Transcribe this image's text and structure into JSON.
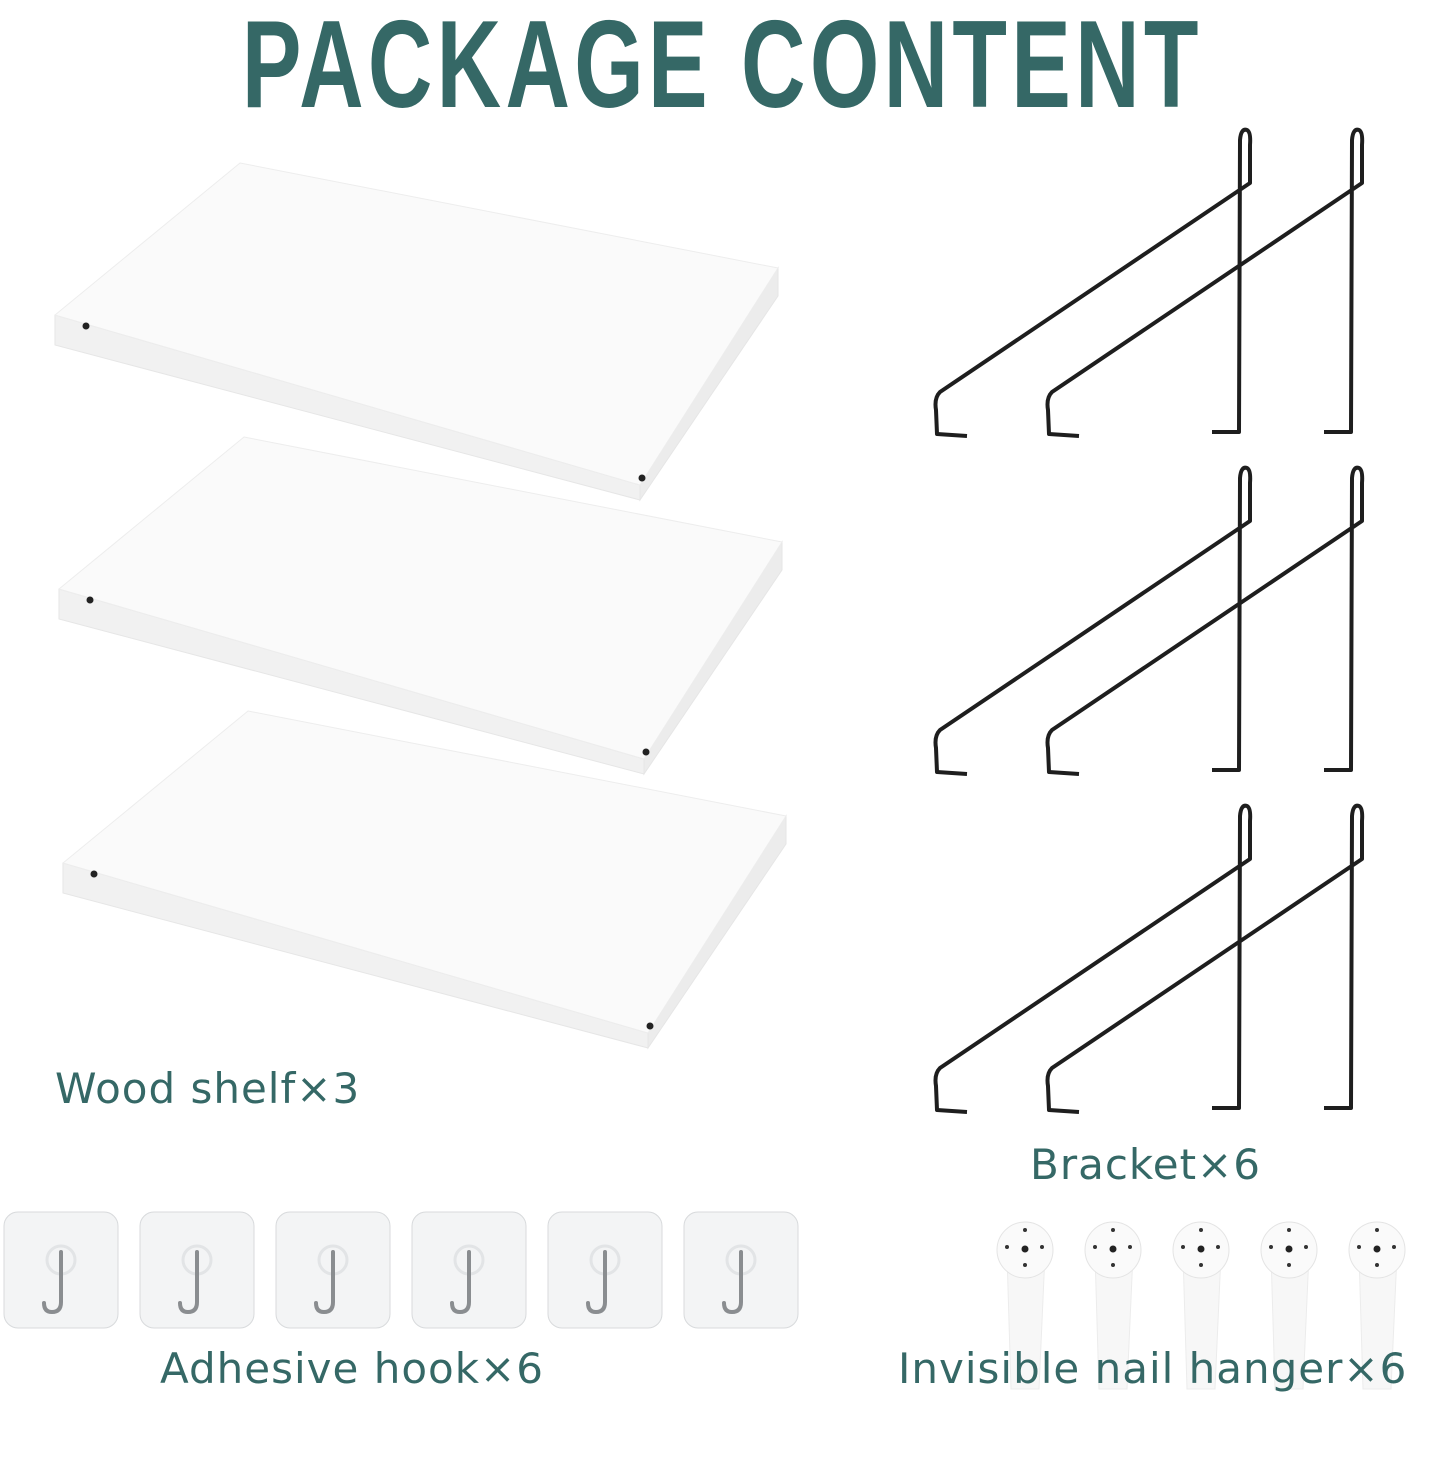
{
  "title": "PACKAGE CONTENT",
  "items": {
    "shelf": {
      "label": "Wood shelf×3",
      "count": 3
    },
    "bracket": {
      "label": "Bracket×6",
      "count": 6
    },
    "adhesive_hook": {
      "label": "Adhesive hook×6",
      "count": 6
    },
    "nail_hanger": {
      "label": "Invisible nail hanger×6",
      "count": 6
    }
  },
  "colors": {
    "accent": "#356866",
    "bracket": "#1e1e1e"
  }
}
